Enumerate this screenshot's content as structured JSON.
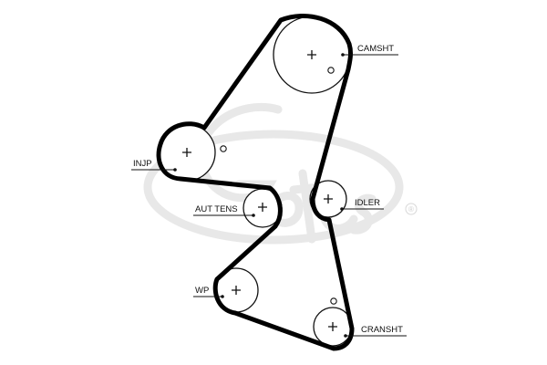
{
  "watermark": {
    "brand": "Gates",
    "registered_mark": "®",
    "color": "#e6e6e6"
  },
  "labels": {
    "camshaft": "CAMSHT",
    "injection_pump": "INJP",
    "auto_tensioner": "AUT TENS",
    "idler": "IDLER",
    "water_pump": "WP",
    "crankshaft": "CRANSHT"
  },
  "colors": {
    "belt": "#000000",
    "outline": "#111111",
    "background": "#ffffff"
  }
}
